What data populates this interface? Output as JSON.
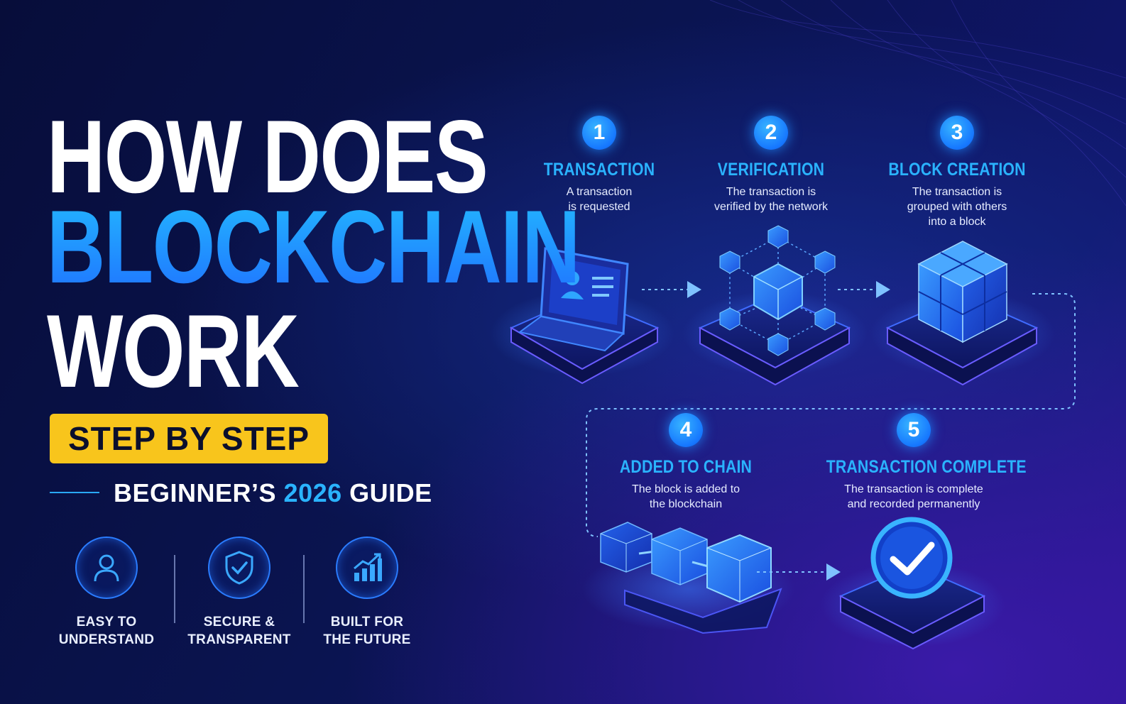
{
  "headline": {
    "line1": "HOW DOES",
    "line2": "BLOCKCHAIN",
    "line3": "WORK"
  },
  "badge": "STEP BY STEP",
  "guide": {
    "prefix": "BEGINNER’S ",
    "year": "2026",
    "suffix": " GUIDE"
  },
  "features": [
    {
      "icon": "user-icon",
      "line1": "EASY TO",
      "line2": "UNDERSTAND"
    },
    {
      "icon": "shield-check-icon",
      "line1": "SECURE &",
      "line2": "TRANSPARENT"
    },
    {
      "icon": "growth-chart-icon",
      "line1": "BUILT FOR",
      "line2": "THE FUTURE"
    }
  ],
  "steps": [
    {
      "number": "1",
      "title": "TRANSACTION",
      "desc1": "A transaction",
      "desc2": "is requested",
      "desc3": "",
      "illustration": "laptop-icon"
    },
    {
      "number": "2",
      "title": "VERIFICATION",
      "desc1": "The transaction is",
      "desc2": "verified by the network",
      "desc3": "",
      "illustration": "network-nodes-icon"
    },
    {
      "number": "3",
      "title": "BLOCK CREATION",
      "desc1": "The transaction is",
      "desc2": "grouped with others",
      "desc3": "into a block",
      "illustration": "block-cube-icon"
    },
    {
      "number": "4",
      "title": "ADDED TO CHAIN",
      "desc1": "The block is added to",
      "desc2": "the blockchain",
      "desc3": "",
      "illustration": "chain-blocks-icon"
    },
    {
      "number": "5",
      "title": "TRANSACTION COMPLETE",
      "desc1": "The transaction is complete",
      "desc2": "and recorded permanently",
      "desc3": "",
      "illustration": "checkmark-icon"
    }
  ],
  "colors": {
    "accent_blue": "#2ab3ff",
    "badge_yellow": "#f8c51c",
    "background_dark": "#0a1450"
  }
}
